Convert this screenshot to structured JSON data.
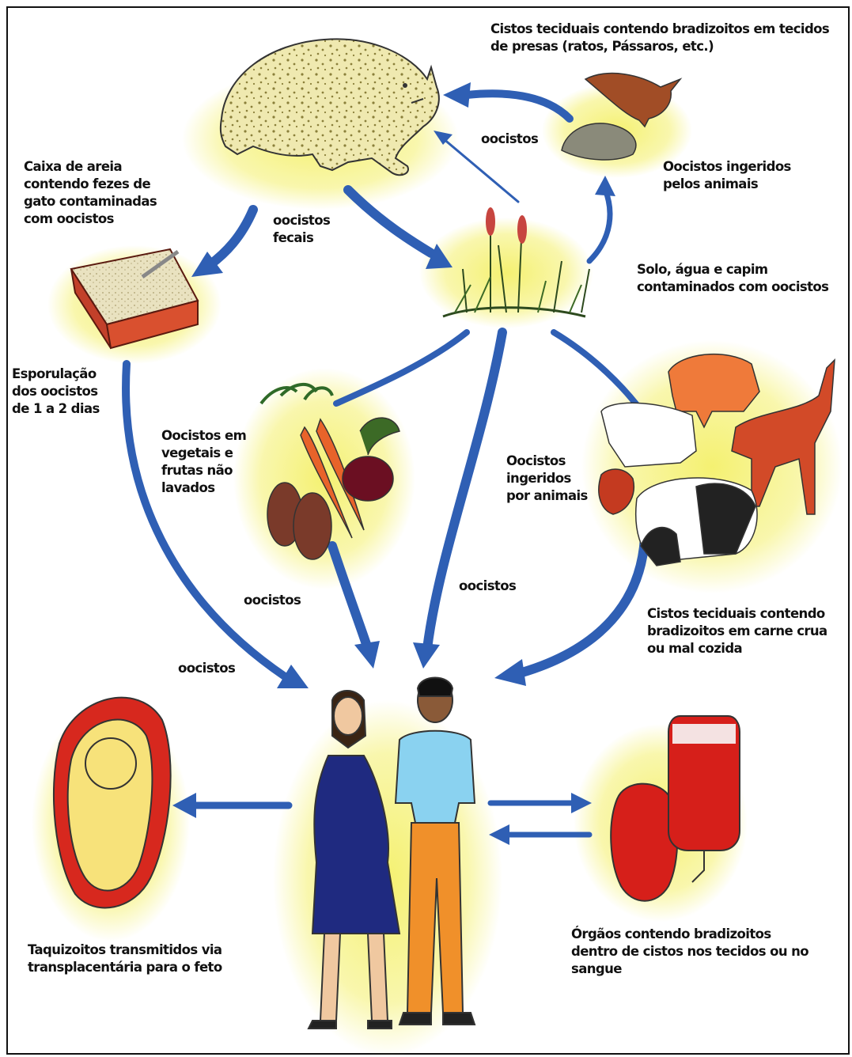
{
  "labels": {
    "tissue_cysts_prey": "Cistos teciduais contendo bradizoitos em tecidos\nde presas (ratos, Pássaros, etc.)",
    "oocysts_top": "oocistos",
    "litter_box": "Caixa de areia\ncontendo fezes de\ngato contaminadas\ncom oocistos",
    "fecal_oocysts": "oocistos\nfecais",
    "ingested_by_animals_top": "Oocistos ingeridos\npelos animais",
    "soil_water_grass": "Solo, água e capim\ncontaminados com oocistos",
    "sporulation": "Esporulação\ndos oocistos\nde 1 a 2 dias",
    "unwashed_produce": "Oocistos em\nvegetais e\nfrutas não\nlavados",
    "ingested_by_animals_mid": "Oocistos\ningeridos\npor animais",
    "oocysts_center": "oocistos",
    "oocysts_right": "oocistos",
    "oocysts_left": "oocistos",
    "raw_meat": "Cistos teciduais contendo\nbradizoitos em carne crua\nou mal cozida",
    "transplacental": "Taquizoitos transmitidos via\ntransplacentária para o feto",
    "organs_blood": "Órgãos contendo bradizoitos\ndentro de cistos nos tecidos ou no\nsangue"
  },
  "colors": {
    "arrow_blue": "#2f5fb4",
    "arrow_light": "#7fa6e6",
    "glow_yellow": "#f4f06a",
    "cat_fur": "#efe9b0",
    "dress_navy": "#1f2a80",
    "shirt_blue": "#8ad2f0",
    "pants_orange": "#f0902a",
    "fetus_yellow": "#f7e27a",
    "uterus_red": "#d7281e",
    "blood_red": "#d61f1a",
    "bird_brown": "#a14d26",
    "cow_orange": "#ef7a3a",
    "deer_red": "#d24a28",
    "pig_black": "#222222",
    "carrot_orange": "#e8632a",
    "beet_maroon": "#6b0f22"
  }
}
